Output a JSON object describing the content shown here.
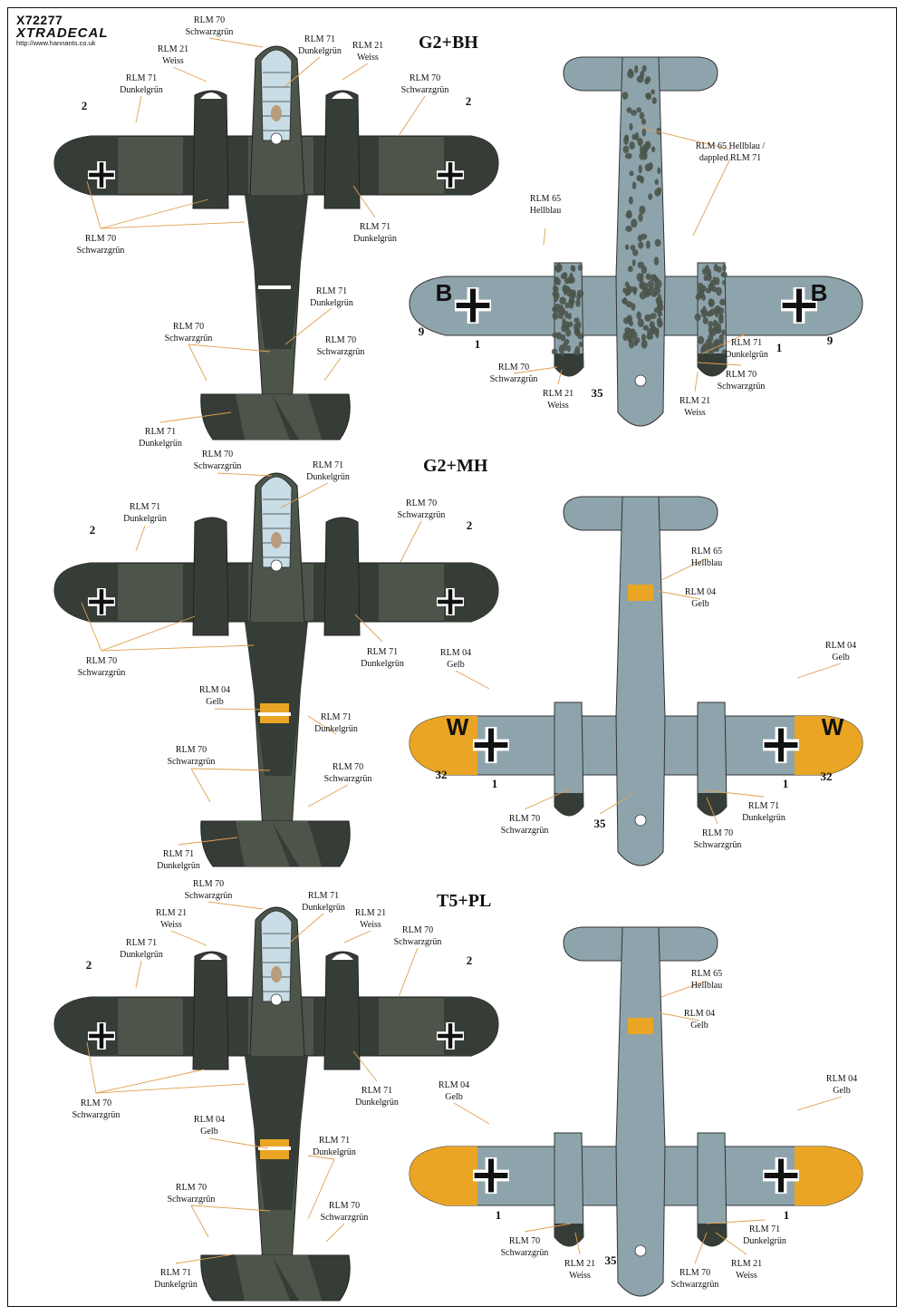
{
  "brand": {
    "code": "X72277",
    "name": "XTRADECAL",
    "url": "http://www.hannants.co.uk"
  },
  "profiles": [
    {
      "code": "G2+BH"
    },
    {
      "code": "G2+MH"
    },
    {
      "code": "T5+PL"
    }
  ],
  "colors": {
    "rlm70": "#363d36",
    "rlm71": "#4d554b",
    "rlm65": "#8ea4ad",
    "rlm04": "#e9a523",
    "rlm21": "#ffffff",
    "leader": "#e0a050"
  },
  "labels": {
    "a": [
      "RLM 70\nSchwarzgrün",
      "RLM 21\nWeiss",
      "RLM 71\nDunkelgrün",
      "RLM 71\nDunkelgrün",
      "RLM 21\nWeiss",
      "RLM 70\nSchwarzgrün",
      "RLM 70\nSchwarzgrün",
      "RLM 71\nDunkelgrün",
      "RLM 71\nDunkelgrün",
      "RLM 70\nSchwarzgrün",
      "RLM 70\nSchwarzgrün",
      "RLM 71\nDunkelgrün",
      "RLM 65 Hellblau /\ndappled RLM 71",
      "RLM 65\nHellblau",
      "RLM 70\nSchwarzgrün",
      "RLM 21\nWeiss",
      "RLM 71\nDunkelgrün",
      "RLM 70\nSchwarzgrün",
      "RLM 21\nWeiss"
    ],
    "b": [
      "RLM 70\nSchwarzgrün",
      "RLM 71\nDunkelgrün",
      "RLM 71\nDunkelgrün",
      "RLM 70\nSchwarzgrün",
      "RLM 70\nSchwarzgrün",
      "RLM 71\nDunkelgrün",
      "RLM 04\nGelb",
      "RLM 71\nDunkelgrün",
      "RLM 70\nSchwarzgrün",
      "RLM 70\nSchwarzgrün",
      "RLM 71\nDunkelgrün",
      "RLM 65\nHellblau",
      "RLM 04\nGelb",
      "RLM 04\nGelb",
      "RLM 04\nGelb",
      "RLM 70\nSchwarzgrün",
      "RLM 71\nDunkelgrün",
      "RLM 70\nSchwarzgrün"
    ],
    "c": [
      "RLM 70\nSchwarzgrün",
      "RLM 21\nWeiss",
      "RLM 71\nDunkelgrün",
      "RLM 71\nDunkelgrün",
      "RLM 21\nWeiss",
      "RLM 70\nSchwarzgrün",
      "RLM 70\nSchwarzgrün",
      "RLM 71\nDunkelgrün",
      "RLM 04\nGelb",
      "RLM 71\nDunkelgrün",
      "RLM 70\nSchwarzgrün",
      "RLM 70\nSchwarzgrün",
      "RLM 71\nDunkelgrün",
      "RLM 65\nHellblau",
      "RLM 04\nGelb",
      "RLM 04\nGelb",
      "RLM 04\nGelb",
      "RLM 70\nSchwarzgrün",
      "RLM 21\nWeiss",
      "RLM 71\nDunkelgrün",
      "RLM 70\nSchwarzgrün",
      "RLM 21\nWeiss"
    ]
  },
  "numbers": {
    "a": [
      "2",
      "2",
      "9",
      "1",
      "35",
      "1",
      "9"
    ],
    "b": [
      "2",
      "2",
      "32",
      "1",
      "35",
      "1",
      "32"
    ],
    "c": [
      "2",
      "2",
      "1",
      "35",
      "1"
    ]
  },
  "codeLetters": {
    "a": "B",
    "b": "W"
  }
}
